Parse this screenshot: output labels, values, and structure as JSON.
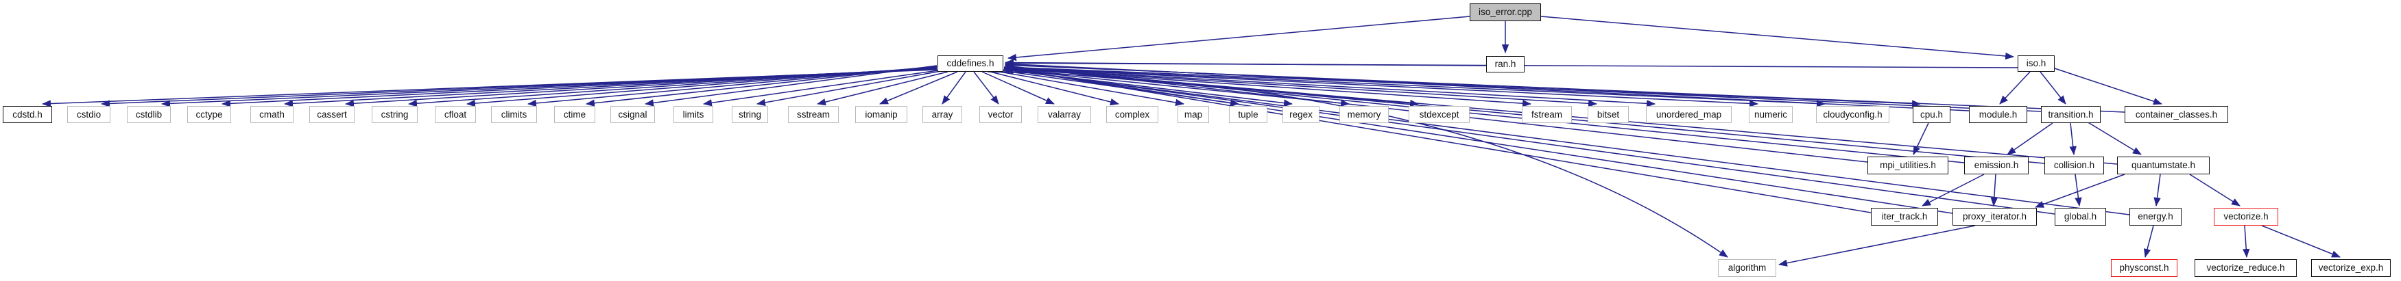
{
  "diagram": {
    "kind": "include-dependency-graph",
    "root": "iso_error.cpp",
    "colors": {
      "edge": "#24248c",
      "root_fill": "#bfbfbf",
      "linked_border": "#141414",
      "system_border": "#b9b9b9",
      "truncated_border": "#f01616",
      "background": "#ffffff"
    }
  },
  "nodes": [
    {
      "label": "iso_error.cpp",
      "kind": "source"
    },
    {
      "label": "cddefines.h",
      "kind": "header"
    },
    {
      "label": "ran.h",
      "kind": "header"
    },
    {
      "label": "iso.h",
      "kind": "header"
    },
    {
      "label": "cdstd.h",
      "kind": "header"
    },
    {
      "label": "cstdio",
      "kind": "system"
    },
    {
      "label": "cstdlib",
      "kind": "system"
    },
    {
      "label": "cctype",
      "kind": "system"
    },
    {
      "label": "cmath",
      "kind": "system"
    },
    {
      "label": "cassert",
      "kind": "system"
    },
    {
      "label": "cstring",
      "kind": "system"
    },
    {
      "label": "cfloat",
      "kind": "system"
    },
    {
      "label": "climits",
      "kind": "system"
    },
    {
      "label": "ctime",
      "kind": "system"
    },
    {
      "label": "csignal",
      "kind": "system"
    },
    {
      "label": "limits",
      "kind": "system"
    },
    {
      "label": "string",
      "kind": "system"
    },
    {
      "label": "sstream",
      "kind": "system"
    },
    {
      "label": "iomanip",
      "kind": "system"
    },
    {
      "label": "array",
      "kind": "system"
    },
    {
      "label": "vector",
      "kind": "system"
    },
    {
      "label": "valarray",
      "kind": "system"
    },
    {
      "label": "complex",
      "kind": "system"
    },
    {
      "label": "map",
      "kind": "system"
    },
    {
      "label": "tuple",
      "kind": "system"
    },
    {
      "label": "regex",
      "kind": "system"
    },
    {
      "label": "memory",
      "kind": "system"
    },
    {
      "label": "stdexcept",
      "kind": "system"
    },
    {
      "label": "fstream",
      "kind": "system"
    },
    {
      "label": "bitset",
      "kind": "system"
    },
    {
      "label": "unordered_map",
      "kind": "system"
    },
    {
      "label": "numeric",
      "kind": "system"
    },
    {
      "label": "cloudyconfig.h",
      "kind": "system"
    },
    {
      "label": "cpu.h",
      "kind": "header"
    },
    {
      "label": "module.h",
      "kind": "header"
    },
    {
      "label": "transition.h",
      "kind": "header"
    },
    {
      "label": "container_classes.h",
      "kind": "header"
    },
    {
      "label": "mpi_utilities.h",
      "kind": "header"
    },
    {
      "label": "emission.h",
      "kind": "header"
    },
    {
      "label": "collision.h",
      "kind": "header"
    },
    {
      "label": "quantumstate.h",
      "kind": "header"
    },
    {
      "label": "iter_track.h",
      "kind": "header"
    },
    {
      "label": "proxy_iterator.h",
      "kind": "header"
    },
    {
      "label": "global.h",
      "kind": "header"
    },
    {
      "label": "energy.h",
      "kind": "header"
    },
    {
      "label": "vectorize.h",
      "kind": "truncated"
    },
    {
      "label": "algorithm",
      "kind": "system"
    },
    {
      "label": "physconst.h",
      "kind": "truncated"
    },
    {
      "label": "vectorize_reduce.h",
      "kind": "header"
    },
    {
      "label": "vectorize_exp.h",
      "kind": "header"
    }
  ],
  "edges": [
    {
      "from": "iso_error.cpp",
      "to": "cddefines.h"
    },
    {
      "from": "iso_error.cpp",
      "to": "ran.h"
    },
    {
      "from": "iso_error.cpp",
      "to": "iso.h"
    },
    {
      "from": "ran.h",
      "to": "cddefines.h"
    },
    {
      "from": "iso.h",
      "to": "cddefines.h"
    },
    {
      "from": "iso.h",
      "to": "module.h"
    },
    {
      "from": "iso.h",
      "to": "transition.h"
    },
    {
      "from": "iso.h",
      "to": "container_classes.h"
    },
    {
      "from": "cddefines.h",
      "to": "cdstd.h"
    },
    {
      "from": "cddefines.h",
      "to": "cstdio"
    },
    {
      "from": "cddefines.h",
      "to": "cstdlib"
    },
    {
      "from": "cddefines.h",
      "to": "cctype"
    },
    {
      "from": "cddefines.h",
      "to": "cmath"
    },
    {
      "from": "cddefines.h",
      "to": "cassert"
    },
    {
      "from": "cddefines.h",
      "to": "cstring"
    },
    {
      "from": "cddefines.h",
      "to": "cfloat"
    },
    {
      "from": "cddefines.h",
      "to": "climits"
    },
    {
      "from": "cddefines.h",
      "to": "ctime"
    },
    {
      "from": "cddefines.h",
      "to": "csignal"
    },
    {
      "from": "cddefines.h",
      "to": "limits"
    },
    {
      "from": "cddefines.h",
      "to": "string"
    },
    {
      "from": "cddefines.h",
      "to": "sstream"
    },
    {
      "from": "cddefines.h",
      "to": "iomanip"
    },
    {
      "from": "cddefines.h",
      "to": "array"
    },
    {
      "from": "cddefines.h",
      "to": "vector"
    },
    {
      "from": "cddefines.h",
      "to": "valarray"
    },
    {
      "from": "cddefines.h",
      "to": "complex"
    },
    {
      "from": "cddefines.h",
      "to": "map"
    },
    {
      "from": "cddefines.h",
      "to": "tuple"
    },
    {
      "from": "cddefines.h",
      "to": "regex"
    },
    {
      "from": "cddefines.h",
      "to": "memory"
    },
    {
      "from": "cddefines.h",
      "to": "stdexcept"
    },
    {
      "from": "cddefines.h",
      "to": "fstream"
    },
    {
      "from": "cddefines.h",
      "to": "bitset"
    },
    {
      "from": "cddefines.h",
      "to": "unordered_map"
    },
    {
      "from": "cddefines.h",
      "to": "numeric"
    },
    {
      "from": "cddefines.h",
      "to": "cloudyconfig.h"
    },
    {
      "from": "cddefines.h",
      "to": "cpu.h"
    },
    {
      "from": "cddefines.h",
      "to": "algorithm"
    },
    {
      "from": "module.h",
      "to": "cddefines.h"
    },
    {
      "from": "transition.h",
      "to": "cddefines.h"
    },
    {
      "from": "container_classes.h",
      "to": "cddefines.h"
    },
    {
      "from": "mpi_utilities.h",
      "to": "cddefines.h"
    },
    {
      "from": "emission.h",
      "to": "cddefines.h"
    },
    {
      "from": "collision.h",
      "to": "cddefines.h"
    },
    {
      "from": "quantumstate.h",
      "to": "cddefines.h"
    },
    {
      "from": "iter_track.h",
      "to": "cddefines.h"
    },
    {
      "from": "proxy_iterator.h",
      "to": "cddefines.h"
    },
    {
      "from": "global.h",
      "to": "cddefines.h"
    },
    {
      "from": "energy.h",
      "to": "cddefines.h"
    },
    {
      "from": "cpu.h",
      "to": "mpi_utilities.h"
    },
    {
      "from": "transition.h",
      "to": "emission.h"
    },
    {
      "from": "transition.h",
      "to": "collision.h"
    },
    {
      "from": "transition.h",
      "to": "quantumstate.h"
    },
    {
      "from": "emission.h",
      "to": "iter_track.h"
    },
    {
      "from": "emission.h",
      "to": "proxy_iterator.h"
    },
    {
      "from": "collision.h",
      "to": "global.h"
    },
    {
      "from": "quantumstate.h",
      "to": "proxy_iterator.h"
    },
    {
      "from": "quantumstate.h",
      "to": "energy.h"
    },
    {
      "from": "quantumstate.h",
      "to": "vectorize.h"
    },
    {
      "from": "proxy_iterator.h",
      "to": "algorithm"
    },
    {
      "from": "energy.h",
      "to": "physconst.h"
    },
    {
      "from": "vectorize.h",
      "to": "vectorize_reduce.h"
    },
    {
      "from": "vectorize.h",
      "to": "vectorize_exp.h"
    }
  ]
}
